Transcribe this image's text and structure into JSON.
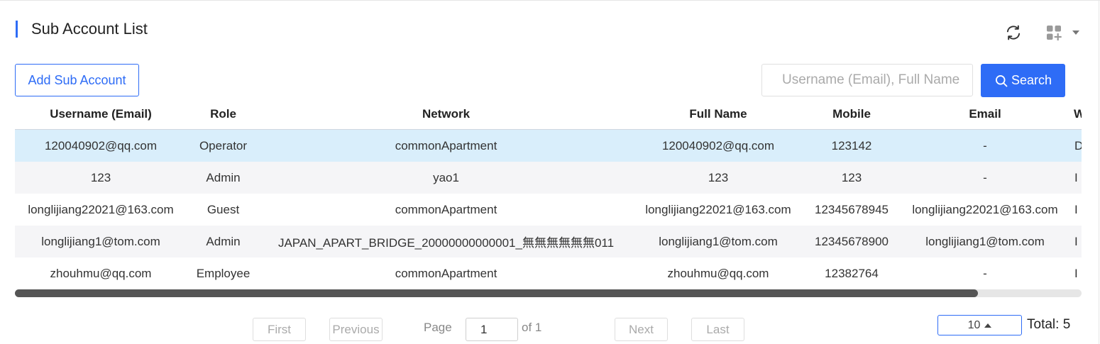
{
  "title": "Sub Account List",
  "toolbar": {
    "refresh_icon": "refresh-icon",
    "apps_icon": "apps-add-icon",
    "caret_icon": "caret-down-icon",
    "add_label": "Add Sub Account",
    "search_placeholder": "Username (Email), Full Name",
    "search_label": "Search"
  },
  "colors": {
    "accent": "#2e6cf6",
    "selected_row": "#d9eefb",
    "striped_row": "#f5f5f7"
  },
  "table": {
    "columns": [
      "Username (Email)",
      "Role",
      "Network",
      "Full Name",
      "Mobile",
      "Email",
      "W"
    ],
    "rows": [
      [
        "120040902@qq.com",
        "Operator",
        "commonApartment",
        "120040902@qq.com",
        "123142",
        "-",
        "D"
      ],
      [
        "123",
        "Admin",
        "yao1",
        "123",
        "123",
        "-",
        "I"
      ],
      [
        "longlijiang22021@163.com",
        "Guest",
        "commonApartment",
        "longlijiang22021@163.com",
        "12345678945",
        "longlijiang22021@163.com",
        "I"
      ],
      [
        "longlijiang1@tom.com",
        "Admin",
        "JAPAN_APART_BRIDGE_20000000000001_無無無無無無011",
        "longlijiang1@tom.com",
        "12345678900",
        "longlijiang1@tom.com",
        "I"
      ],
      [
        "zhouhmu@qq.com",
        "Employee",
        "commonApartment",
        "zhouhmu@qq.com",
        "12382764",
        "-",
        "I"
      ]
    ]
  },
  "pagination": {
    "first": "First",
    "previous": "Previous",
    "page_label": "Page",
    "page_value": "1",
    "of_label": "of 1",
    "next": "Next",
    "last": "Last",
    "page_size": "10",
    "total": "Total: 5"
  }
}
